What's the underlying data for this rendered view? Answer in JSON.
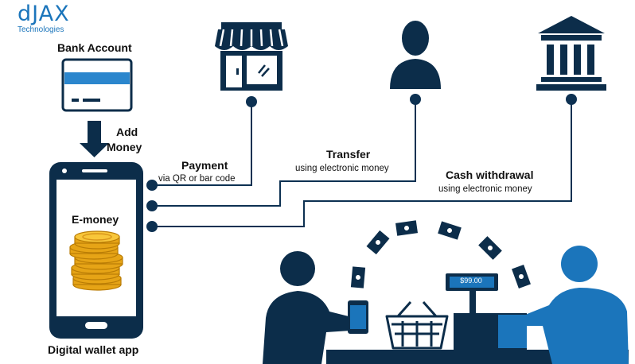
{
  "logo": {
    "name": "dJAX",
    "tagline": "Technologies"
  },
  "labels": {
    "bank_account": "Bank Account",
    "add_money_line1": "Add",
    "add_money_line2": "Money",
    "payment": "Payment",
    "payment_sub": "via QR or  bar code",
    "transfer": "Transfer",
    "transfer_sub": "using electronic money",
    "cash_withdrawal": "Cash withdrawal",
    "cash_withdrawal_sub": "using electronic money",
    "emoney": "E-money",
    "wallet_app": "Digital wallet app",
    "register_price": "$99.00"
  },
  "icons": [
    "store-icon",
    "person-icon",
    "bank-building-icon",
    "bank-card-icon",
    "phone-icon",
    "coins-icon",
    "basket-icon",
    "cash-register-icon",
    "banknote-icon"
  ],
  "colors": {
    "dark_navy": "#0c2d4a",
    "blue": "#1b75bb",
    "light_blue": "#3b93d3",
    "line": "#0d3152",
    "card_stripe": "#2b86cd"
  }
}
